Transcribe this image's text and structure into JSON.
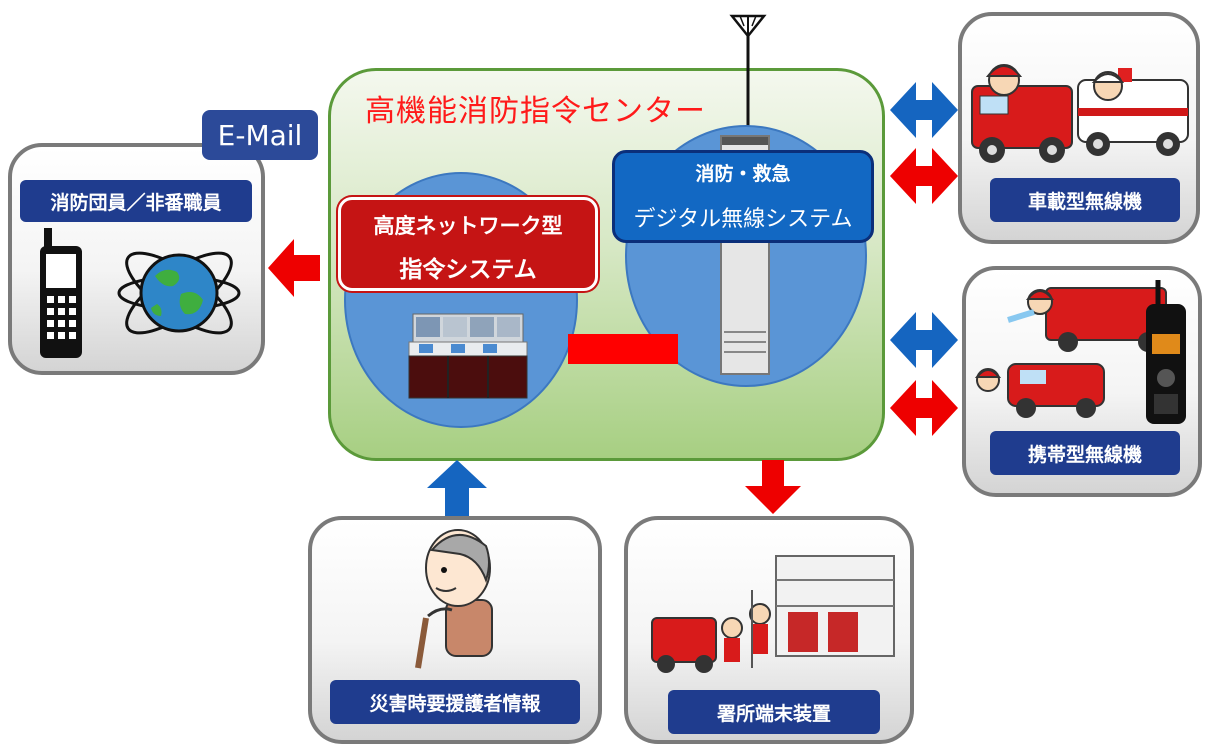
{
  "center": {
    "title": "高機能消防指令センター",
    "command_system": {
      "line1": "高度ネットワーク型",
      "line2": "指令システム"
    },
    "radio_system": {
      "line1": "消防・救急",
      "line2": "デジタル無線システム"
    }
  },
  "email_label": "E-Mail",
  "boxes": {
    "members": "消防団員／非番職員",
    "vehicle_radio": "車載型無線機",
    "portable_radio": "携帯型無線機",
    "disaster": "災害時要援護者情報",
    "station": "署所端末装置"
  },
  "colors": {
    "red_arrow": "#ee0000",
    "blue_arrow": "#1565c0",
    "label_navy": "#1f3c8e",
    "center_green": "#a7cf82",
    "title_red": "#ff1a1a"
  }
}
